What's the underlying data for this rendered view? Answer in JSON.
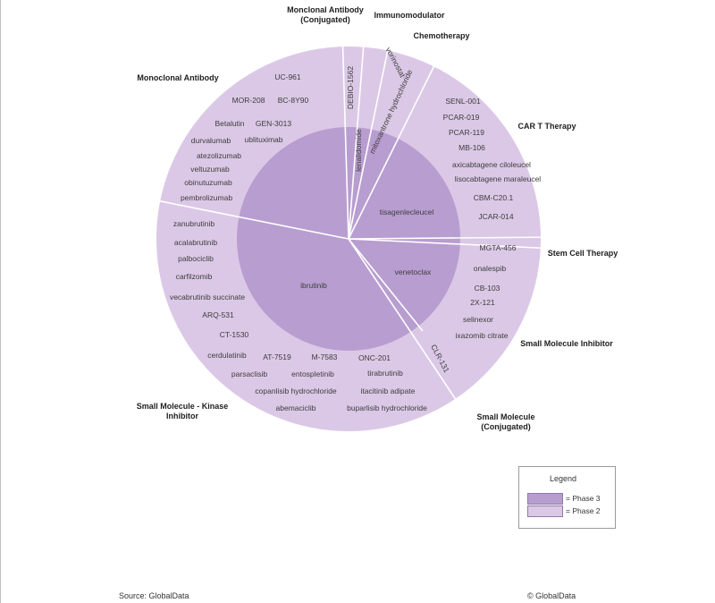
{
  "colors": {
    "phase3": "#b89dd0",
    "phase2": "#dbc8e6",
    "divider": "#ffffff"
  },
  "categories": [
    {
      "id": "mab",
      "lines": [
        "Monoclonal Antibody"
      ]
    },
    {
      "id": "mab-conj",
      "lines": [
        "Monclonal Antibody",
        "(Conjugated)"
      ]
    },
    {
      "id": "immuno",
      "lines": [
        "Immunomodulator"
      ]
    },
    {
      "id": "chemo",
      "lines": [
        "Chemotherapy"
      ]
    },
    {
      "id": "cart",
      "lines": [
        "CAR T Therapy"
      ]
    },
    {
      "id": "stemcell",
      "lines": [
        "Stem Cell Therapy"
      ]
    },
    {
      "id": "smi",
      "lines": [
        "Small Molecule Inhibitor"
      ]
    },
    {
      "id": "smconj",
      "lines": [
        "Small Molecule",
        "(Conjugated)"
      ]
    },
    {
      "id": "smki",
      "lines": [
        "Small Molecule - Kinase",
        "Inhibitor"
      ]
    }
  ],
  "phase3_drugs": [
    "ibrutinib",
    "venetoclax",
    "tisagenlecleucel",
    "lenalidomide"
  ],
  "phase2_drugs": [
    "UC-961",
    "MOR-208",
    "BC-8Y90",
    "Betalutin",
    "GEN-3013",
    "durvalumab",
    "ublituximab",
    "atezolizumab",
    "veltuzumab",
    "obinutuzumab",
    "pembrolizumab",
    "DEBIO-1562",
    "vorinostat",
    "mitoxantrone hydrochloride",
    "SENL-001",
    "PCAR-019",
    "PCAR-119",
    "MB-106",
    "axicabtagene ciloleucel",
    "lisocabtagene maraleucel",
    "CBM-C20.1",
    "JCAR-014",
    "MGTA-456",
    "onalespib",
    "CB-103",
    "2X-121",
    "selinexor",
    "ixazomib citrate",
    "CLR-131",
    "zanubrutinib",
    "acalabrutinib",
    "palbociclib",
    "carfilzomib",
    "vecabrutinib succinate",
    "ARQ-531",
    "CT-1530",
    "cerdulatinib",
    "AT-7519",
    "M-7583",
    "ONC-201",
    "parsaclisib",
    "entospletinib",
    "tirabrutinib",
    "copanlisib hydrochloride",
    "itacitinib adipate",
    "abemaciclib",
    "buparlisib hydrochloride"
  ],
  "legend": {
    "title": "Legend",
    "items": [
      {
        "label": "= Phase 3",
        "color": "#b89dd0"
      },
      {
        "label": "= Phase 2",
        "color": "#dbc8e6"
      }
    ]
  },
  "footer": {
    "source": "Source: GlobalData",
    "copyright": "© GlobalData"
  }
}
